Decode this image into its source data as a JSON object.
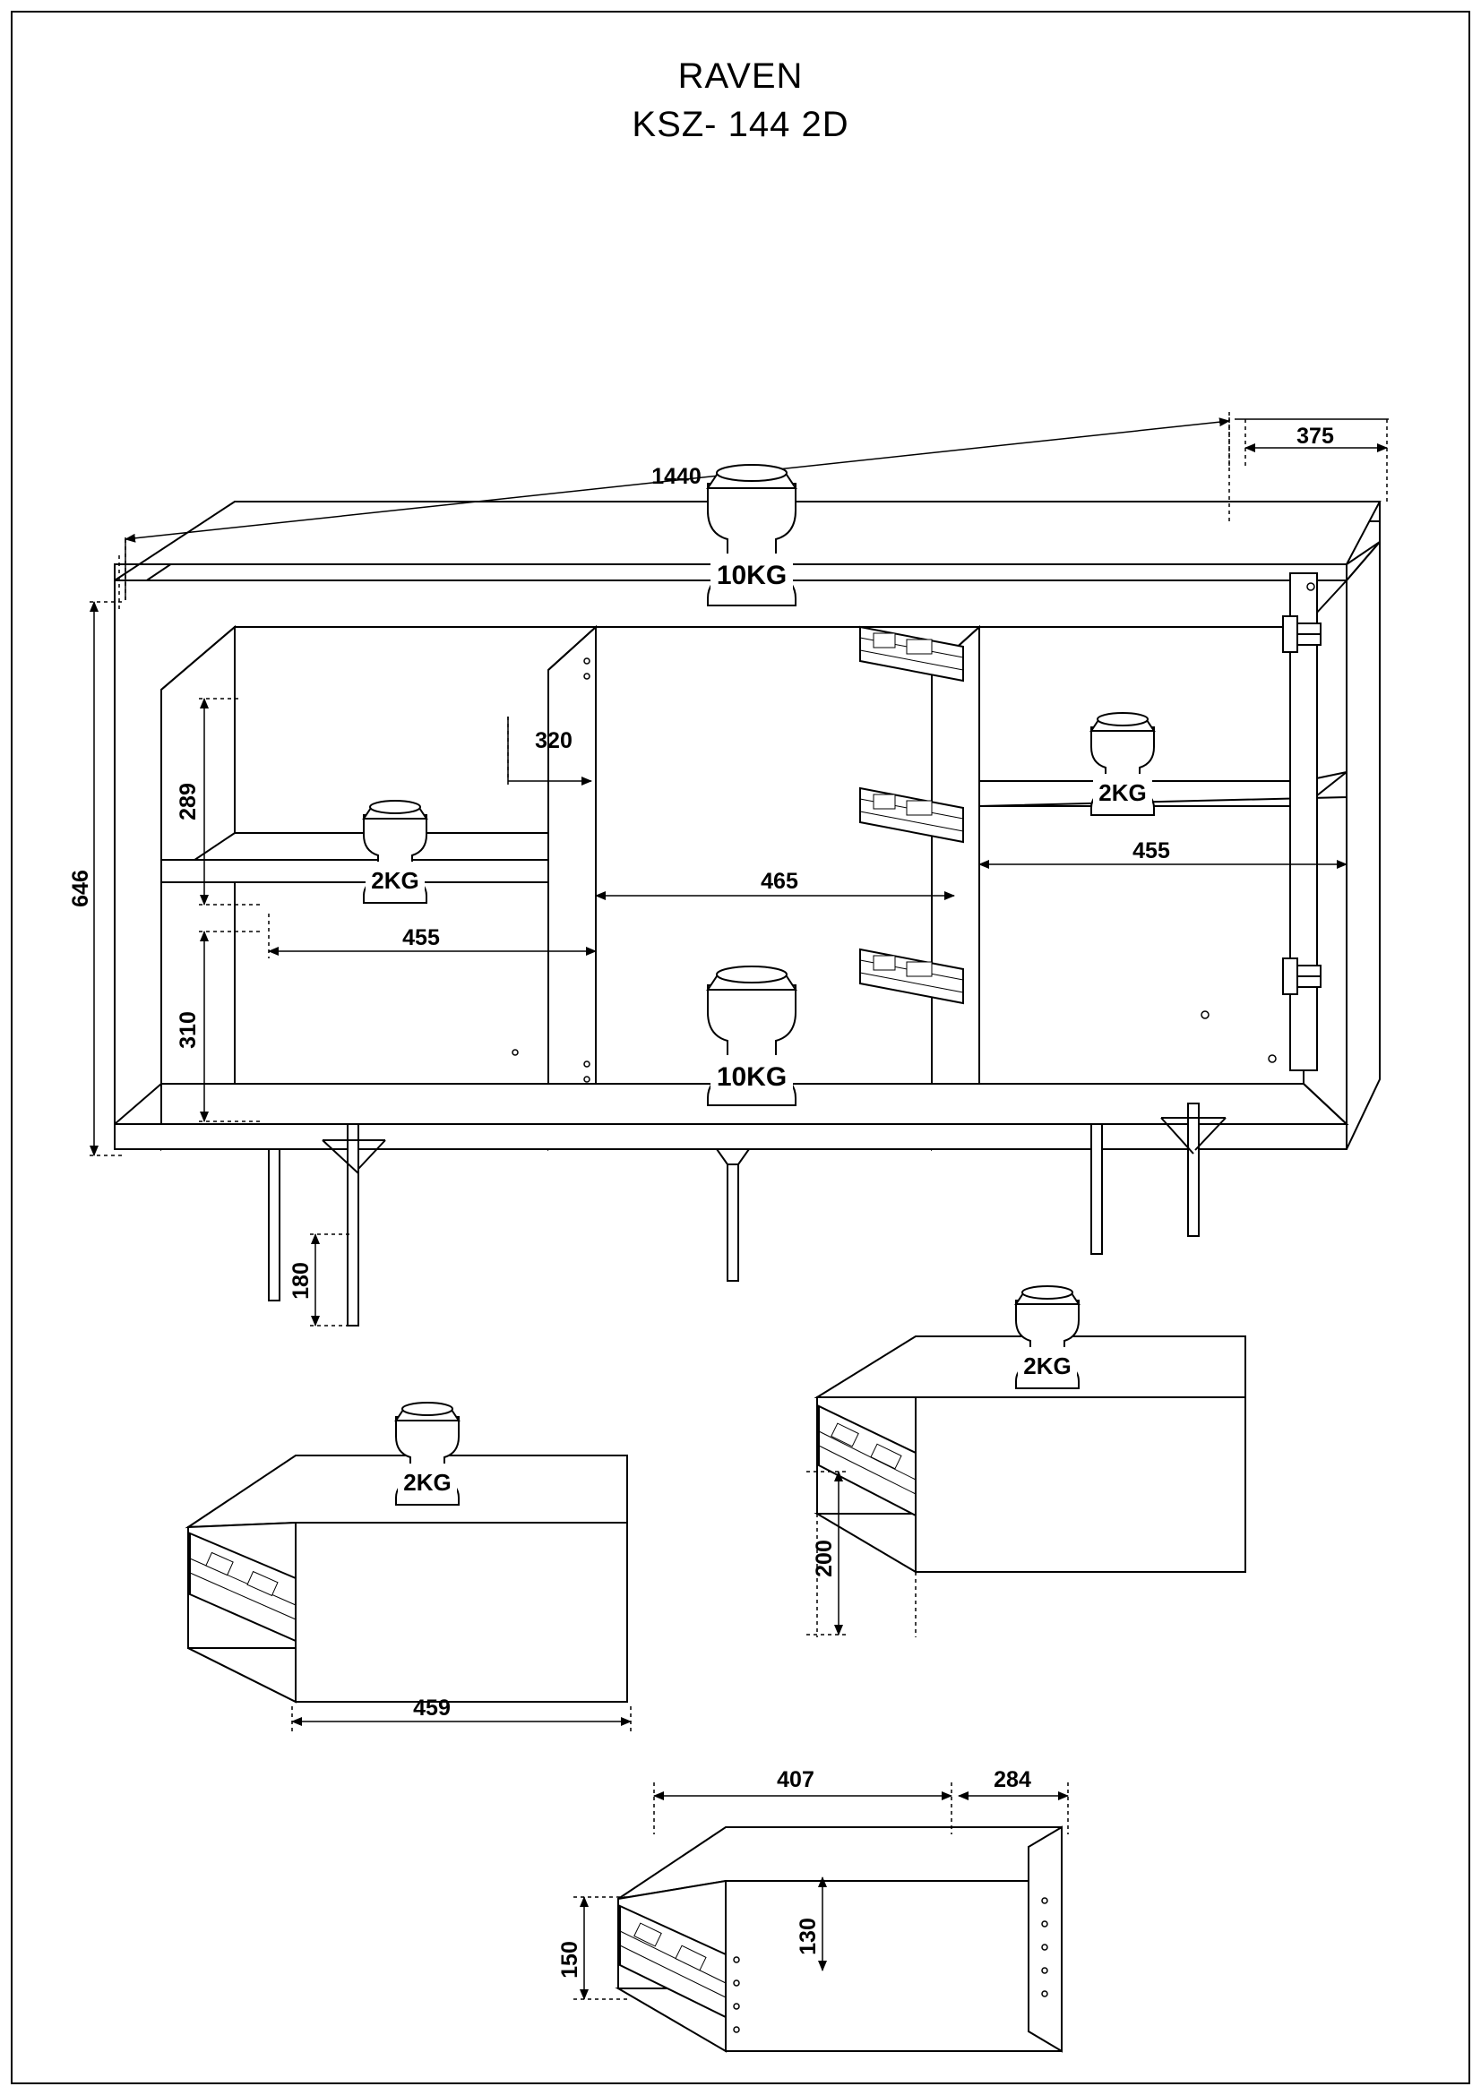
{
  "sheet": {
    "title_line1": "RAVEN",
    "title_line2": "KSZ- 144 2D"
  },
  "main_view": {
    "name": "sideboard-assembly-drawing",
    "dimensions": {
      "overall_width": "1440",
      "overall_depth": "375",
      "overall_height": "646",
      "upper_compartment_height": "289",
      "lower_compartment_height": "310",
      "leg_height": "180",
      "shelf_depth": "320",
      "left_shelf_width": "455",
      "middle_section_width": "465",
      "right_shelf_width": "455"
    },
    "load_labels": {
      "top_weight": "10KG",
      "left_shelf_weight": "2KG",
      "right_shelf_weight": "2KG",
      "bottom_weight": "10KG"
    },
    "weight_unit": "KG"
  },
  "drawer_views": [
    {
      "name": "large-drawer-left",
      "load_label": "2KG",
      "dimensions": {
        "width": "459"
      }
    },
    {
      "name": "large-drawer-right",
      "load_label": "2KG",
      "dimensions": {
        "height": "200"
      }
    },
    {
      "name": "small-drawer-bottom",
      "dimensions": {
        "width": "407",
        "depth": "284",
        "inner_height": "130",
        "height": "150"
      }
    }
  ],
  "dimension_labels": {
    "d1440": "1440",
    "d375": "375",
    "d646": "646",
    "d289": "289",
    "d310": "310",
    "d180": "180",
    "d320": "320",
    "d455a": "455",
    "d465": "465",
    "d455b": "455",
    "d459": "459",
    "d200": "200",
    "d407": "407",
    "d284": "284",
    "d130": "130",
    "d150": "150"
  }
}
